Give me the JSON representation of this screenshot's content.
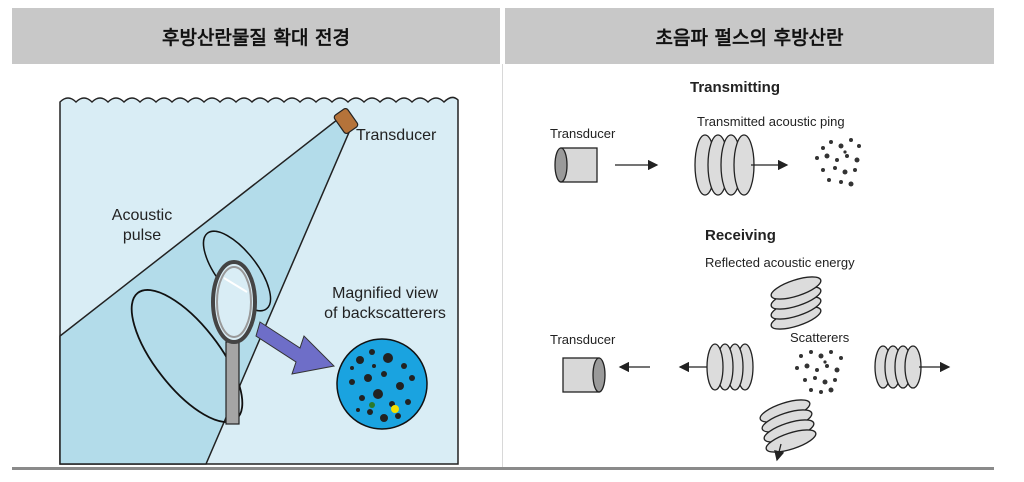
{
  "headers": {
    "left": "후방산란물질 확대 전경",
    "right": "초음파 펄스의 후방산란"
  },
  "left_diagram": {
    "transducer_label": "Transducer",
    "acoustic_pulse_line1": "Acoustic",
    "acoustic_pulse_line2": "pulse",
    "magnified_line1": "Magnified view",
    "magnified_line2": "of backscatterers"
  },
  "right_diagram": {
    "transmitting_title": "Transmitting",
    "transmitted_ping": "Transmitted acoustic ping",
    "transducer_top": "Transducer",
    "receiving_title": "Receiving",
    "reflected_energy": "Reflected acoustic energy",
    "scatterers": "Scatterers",
    "transducer_bottom": "Transducer"
  },
  "colors": {
    "header_bg": "#c8c8c8",
    "water": "#d9edf5",
    "beam": "#b3dcea",
    "lens_fill": "#1aa3e0"
  }
}
